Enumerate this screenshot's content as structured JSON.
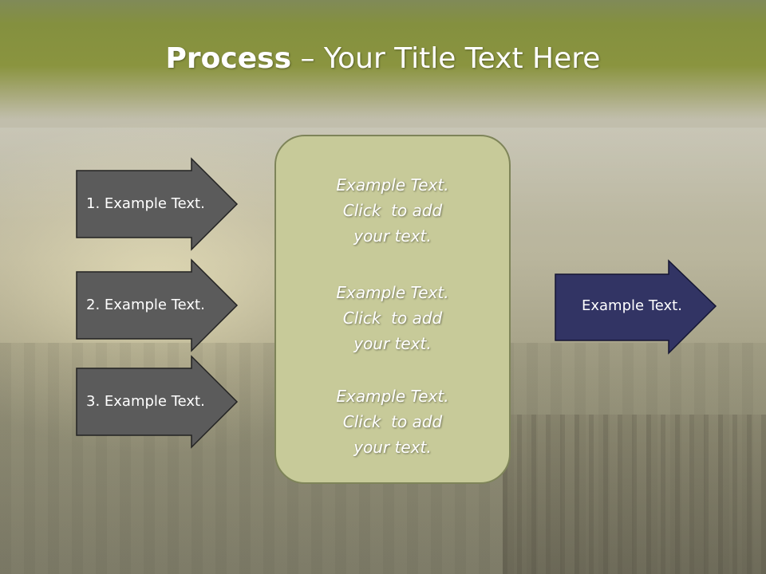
{
  "slide": {
    "title_bold": "Process",
    "title_rest": " – Your Title Text Here"
  },
  "left_arrows": [
    {
      "label": "1. Example Text."
    },
    {
      "label": "2. Example Text."
    },
    {
      "label": "3. Example Text."
    }
  ],
  "center_box": {
    "blocks": [
      {
        "line1": "Example Text.",
        "line2": "Click  to add",
        "line3": "your text."
      },
      {
        "line1": "Example Text.",
        "line2": "Click  to add",
        "line3": "your text."
      },
      {
        "line1": "Example Text.",
        "line2": "Click  to add",
        "line3": "your text."
      }
    ]
  },
  "right_arrow": {
    "label": "Example Text."
  },
  "colors": {
    "banner": "#84903f",
    "left_arrow_fill": "#5b5b5b",
    "right_arrow_fill": "#323464",
    "center_box_fill": "#c7ca99"
  }
}
